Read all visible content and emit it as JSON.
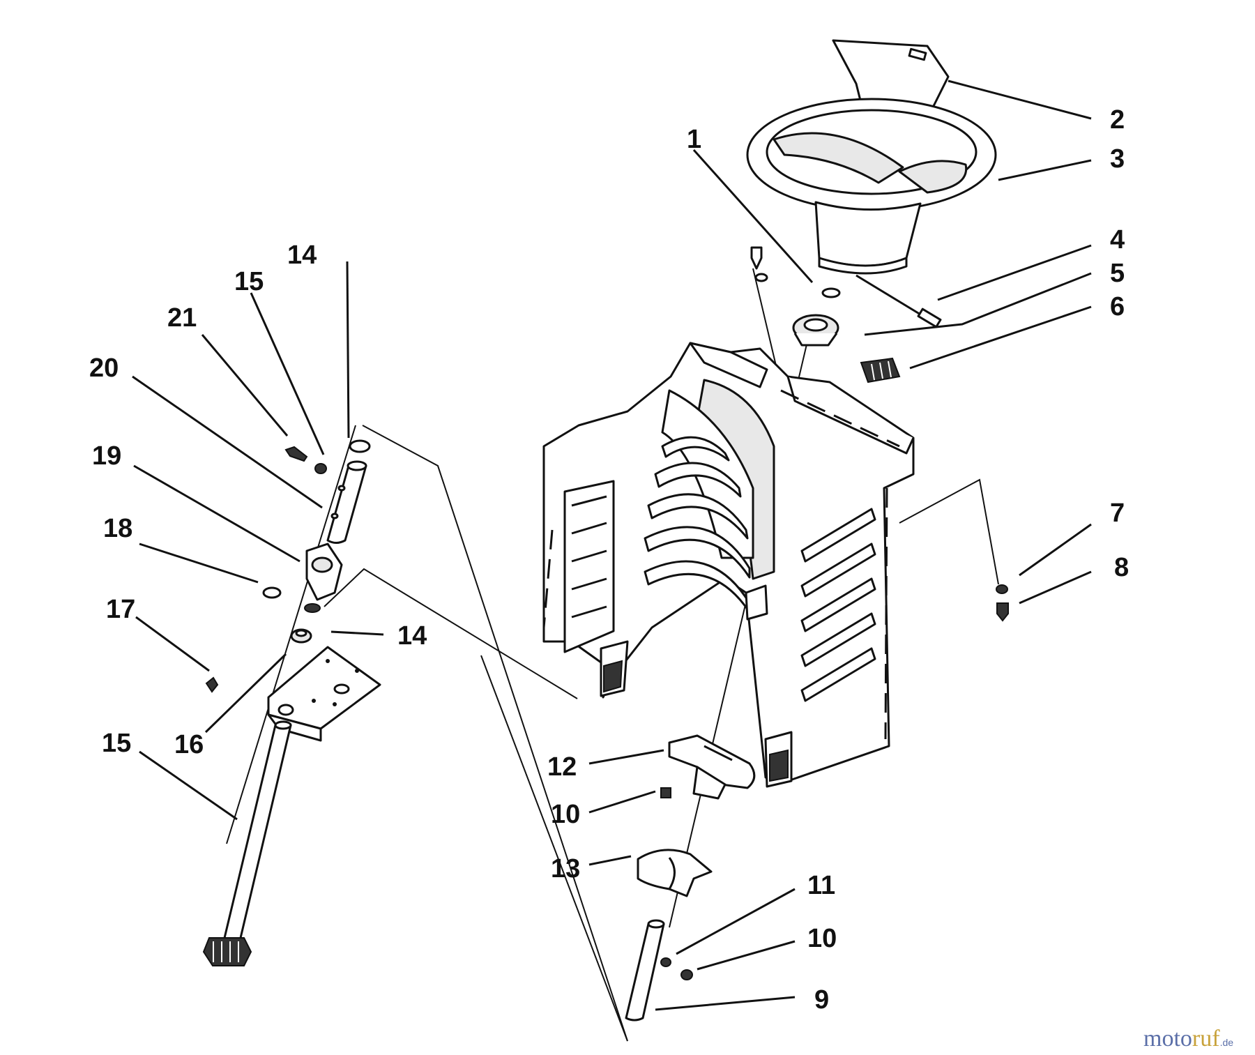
{
  "callouts": [
    {
      "label": "1"
    },
    {
      "label": "2"
    },
    {
      "label": "3"
    },
    {
      "label": "4"
    },
    {
      "label": "5"
    },
    {
      "label": "6"
    },
    {
      "label": "7"
    },
    {
      "label": "8"
    },
    {
      "label": "9"
    },
    {
      "label": "10"
    },
    {
      "label": "10"
    },
    {
      "label": "11"
    },
    {
      "label": "12"
    },
    {
      "label": "13"
    },
    {
      "label": "14"
    },
    {
      "label": "14"
    },
    {
      "label": "15"
    },
    {
      "label": "15"
    },
    {
      "label": "16"
    },
    {
      "label": "17"
    },
    {
      "label": "18"
    },
    {
      "label": "19"
    },
    {
      "label": "20"
    },
    {
      "label": "21"
    }
  ],
  "watermark": {
    "main": "moto",
    "accent": "ruf",
    "suffix": ".de"
  },
  "colors": {
    "ink": "#111111",
    "watermark_blue": "#5b6fa8",
    "watermark_gold": "#c8a23a"
  }
}
